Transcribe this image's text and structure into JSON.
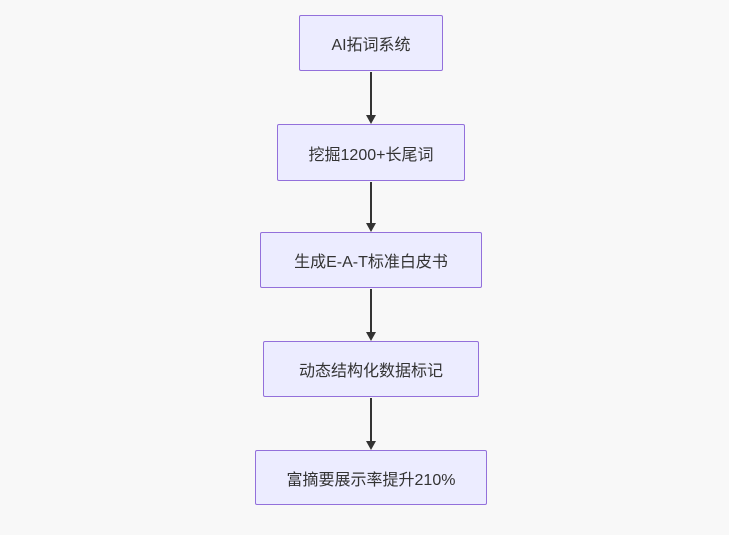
{
  "diagram": {
    "type": "flowchart",
    "direction": "top-down",
    "nodes": [
      {
        "id": "A",
        "label": "AI拓词系统"
      },
      {
        "id": "B",
        "label": "挖掘1200+长尾词"
      },
      {
        "id": "C",
        "label": "生成E-A-T标准白皮书"
      },
      {
        "id": "D",
        "label": "动态结构化数据标记"
      },
      {
        "id": "E",
        "label": "富摘要展示率提升210%"
      }
    ],
    "edges": [
      {
        "from": "A",
        "to": "B",
        "style": "arrow-down"
      },
      {
        "from": "B",
        "to": "C",
        "style": "arrow-down"
      },
      {
        "from": "C",
        "to": "D",
        "style": "arrow-down"
      },
      {
        "from": "D",
        "to": "E",
        "style": "arrow-down"
      }
    ],
    "colors": {
      "background": "#f8f8f8",
      "node_fill": "#ECECFF",
      "node_border": "#9370DB",
      "arrow": "#333333",
      "text": "#333333"
    }
  }
}
